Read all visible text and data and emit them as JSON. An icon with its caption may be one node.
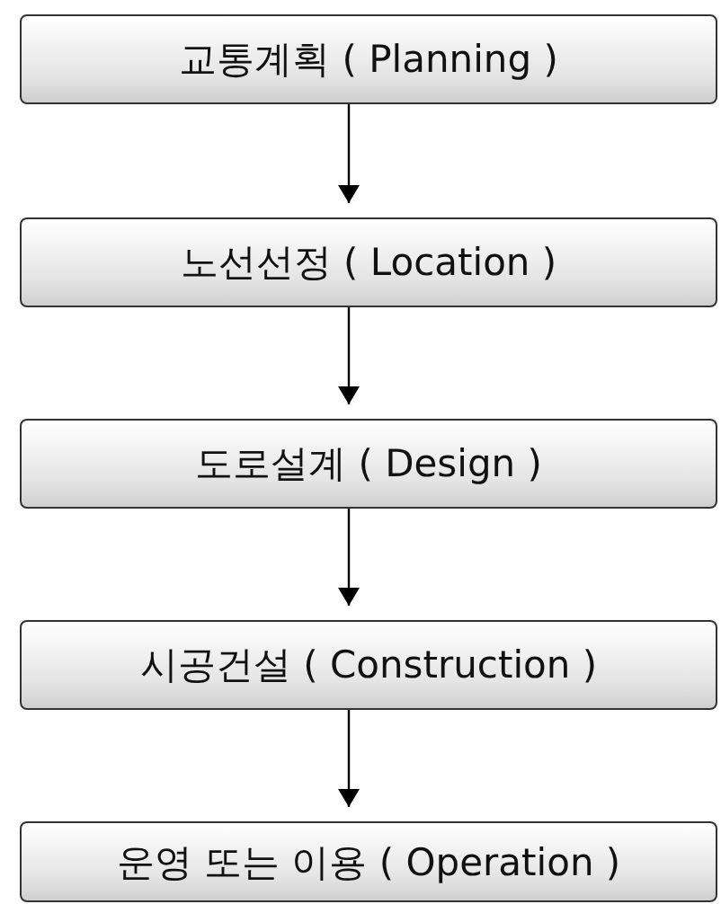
{
  "diagram": {
    "nodes": [
      {
        "text": [
          "교통계획 ( Planning )"
        ]
      },
      {
        "text": [
          "노선선정 ( Location )"
        ]
      },
      {
        "text": [
          "도로설계 ( Design )"
        ]
      },
      {
        "text": [
          "시공건설 ( Construction )"
        ]
      },
      {
        "text": [
          "운영 또는 이용 ( Operation )"
        ]
      }
    ],
    "edges": [
      {
        "from": 0,
        "to": 1,
        "arrow": "to"
      },
      {
        "from": 1,
        "to": 2,
        "arrow": "to"
      },
      {
        "from": 2,
        "to": 3,
        "arrow": "to"
      },
      {
        "from": 3,
        "to": 4,
        "arrow": "to"
      }
    ]
  }
}
